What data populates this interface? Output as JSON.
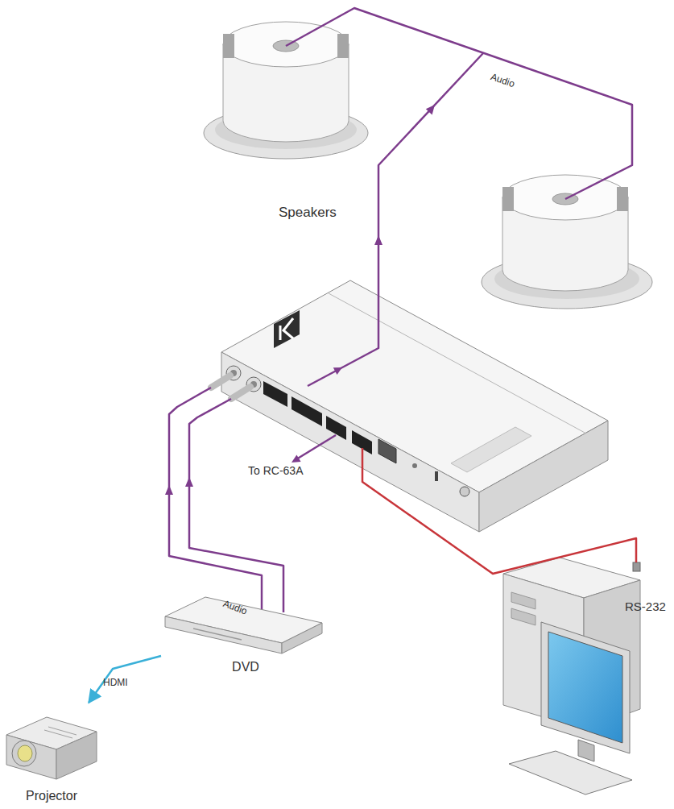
{
  "diagram": {
    "nodes": [
      {
        "text": [
          "DVD"
        ]
      },
      {
        "text": [
          "Projector"
        ]
      }
    ],
    "edges": [
      {
        "from": 0,
        "to": 1,
        "arrow": "to",
        "label": "HDMI"
      }
    ],
    "labels": [
      "Audio",
      "Speakers",
      "To RC-63A",
      "Audio",
      "RS-232"
    ]
  }
}
